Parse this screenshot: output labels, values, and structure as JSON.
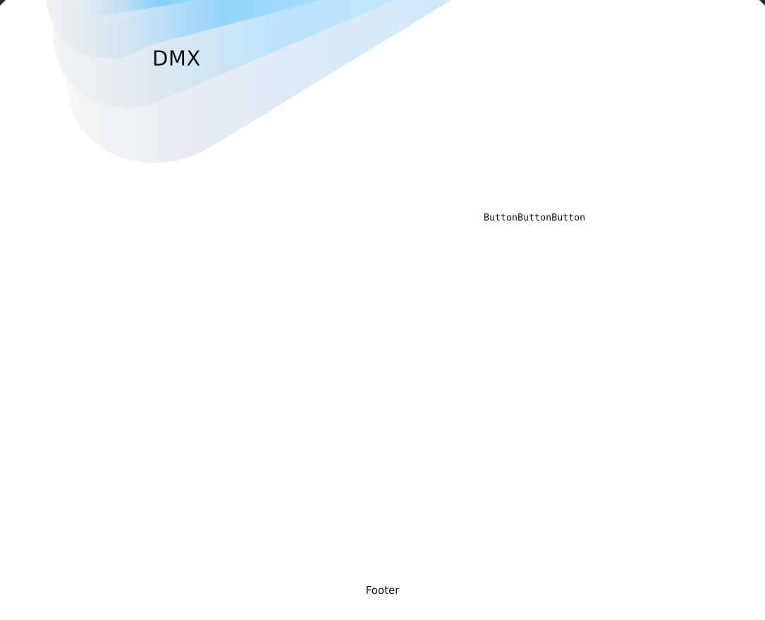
{
  "header": {
    "logo_text": "DMX"
  },
  "toolbar": {
    "buttons": [
      {
        "label": "Button"
      },
      {
        "label": "Button"
      },
      {
        "label": "Button"
      }
    ]
  },
  "footer": {
    "text": "Footer"
  },
  "colors": {
    "background": "#ffffff",
    "accent_light_blue": "#7dd3fc",
    "accent_sky": "#bae6fd",
    "fade_gray": "#f3f4f6"
  }
}
